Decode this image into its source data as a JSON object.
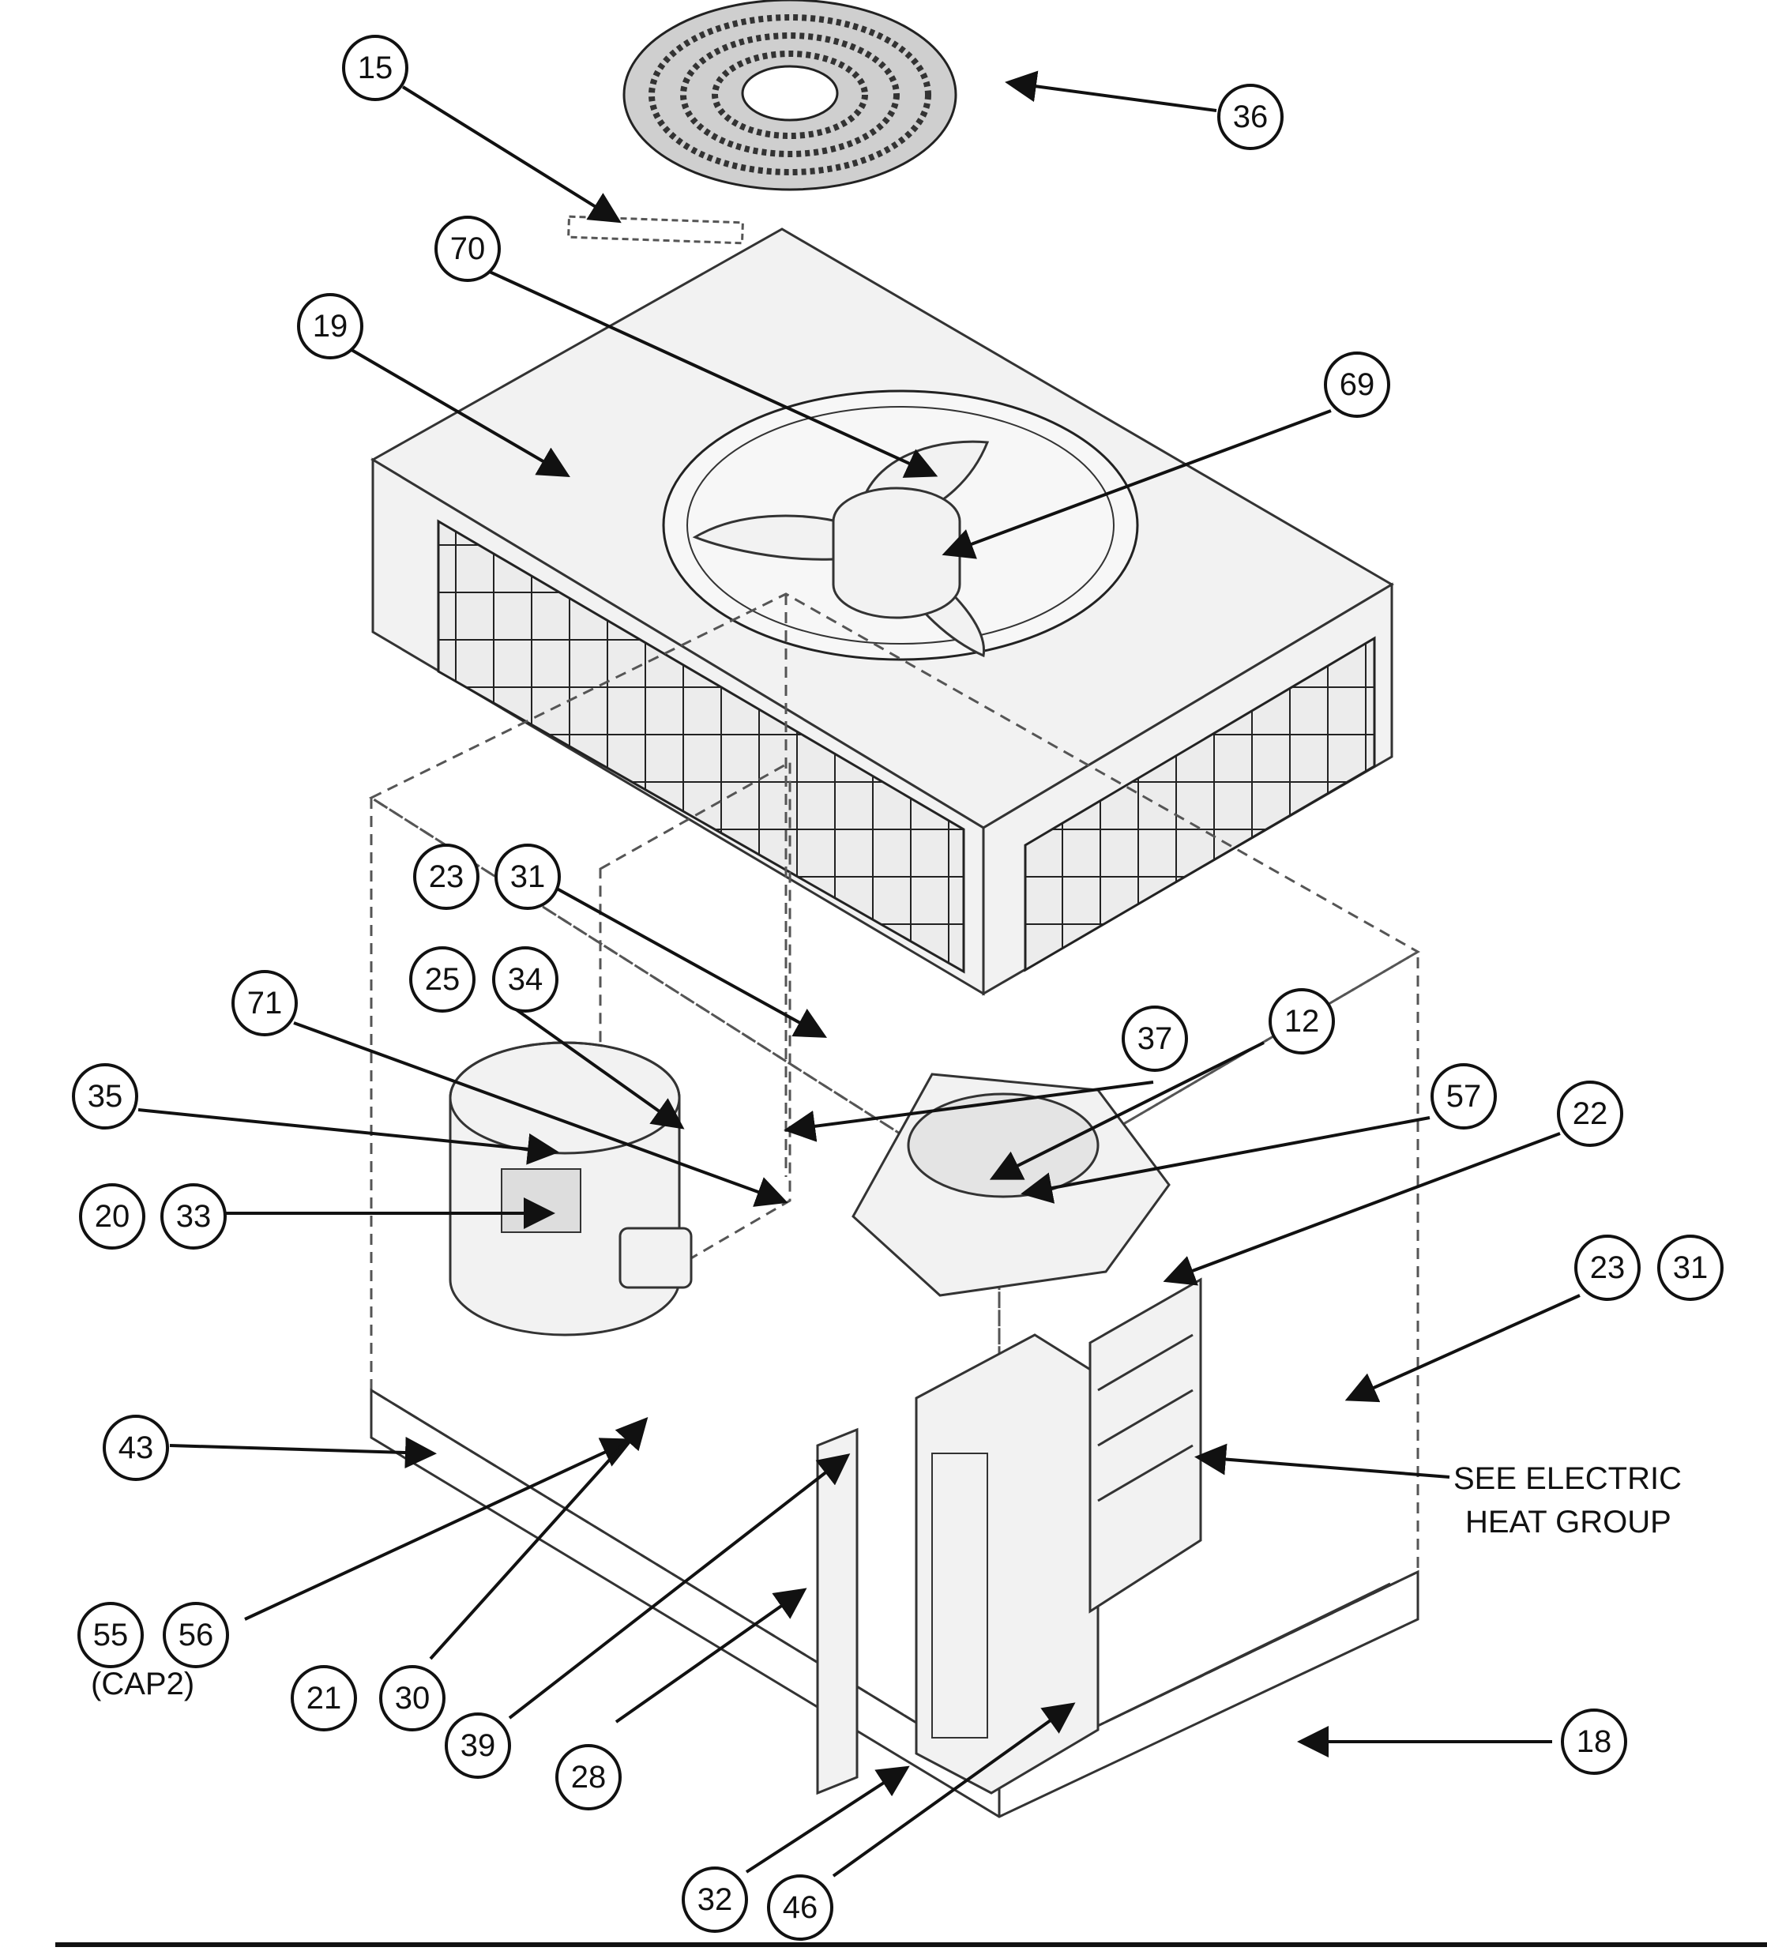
{
  "callouts": {
    "c15": "15",
    "c36": "36",
    "c70": "70",
    "c19": "19",
    "c69": "69",
    "c23a": "23",
    "c31a": "31",
    "c25": "25",
    "c34": "34",
    "c71": "71",
    "c37": "37",
    "c12": "12",
    "c57": "57",
    "c22": "22",
    "c35": "35",
    "c20": "20",
    "c33": "33",
    "c23b": "23",
    "c31b": "31",
    "c43": "43",
    "c55": "55",
    "c56": "56",
    "c21": "21",
    "c30": "30",
    "c39": "39",
    "c28": "28",
    "c32": "32",
    "c46": "46",
    "c18": "18"
  },
  "notes": {
    "cap2": "(CAP2)",
    "electric_heat_line1": "SEE ELECTRIC",
    "electric_heat_line2": "HEAT GROUP"
  }
}
